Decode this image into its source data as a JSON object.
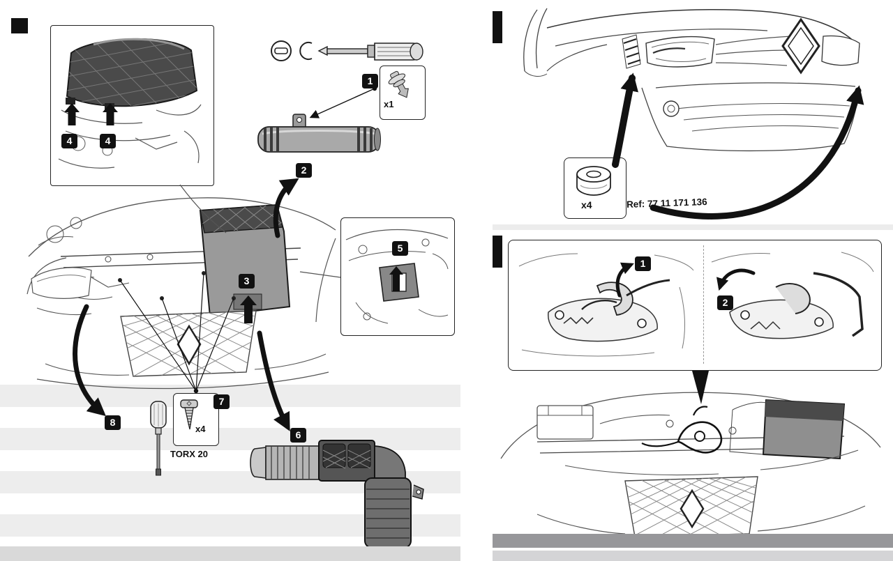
{
  "colors": {
    "ink": "#1a1a1a",
    "badge_bg": "#111111",
    "badge_text": "#ffffff",
    "part_gray": "#a9a9a9",
    "part_dark": "#4a4a4a",
    "stripe_gray": "#ededed",
    "band_gray": "#97979a"
  },
  "left_panel": {
    "inset_cover": {
      "badge_a": "4",
      "badge_b": "4"
    },
    "clip_callout": {
      "badge": "1",
      "qty": "x1"
    },
    "duct_upper": {
      "badge": "2"
    },
    "airbox": {
      "badge": "3"
    },
    "detail_inset": {
      "badge": "5"
    },
    "duct_lower": {
      "badge": "6"
    },
    "screw_callout": {
      "badge": "7",
      "qty": "x4",
      "tool": "TORX 20"
    },
    "panel_removal": {
      "badge": "8"
    }
  },
  "right_panel": {
    "tape_callout": {
      "qty": "x4",
      "ref": "Ref: 77 11 171 136"
    },
    "latch_steps": {
      "badge_1": "1",
      "badge_2": "2"
    }
  }
}
